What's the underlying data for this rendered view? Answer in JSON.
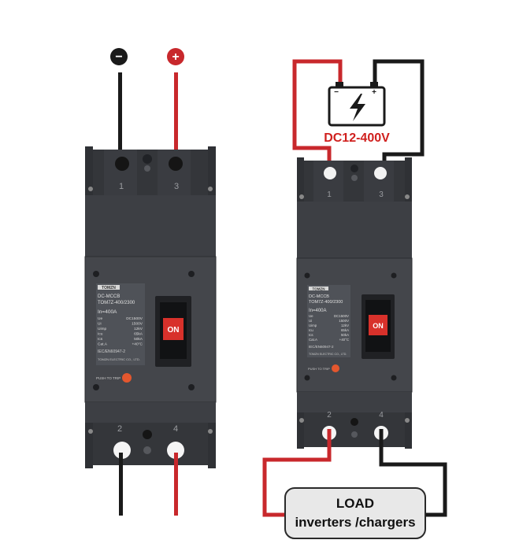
{
  "colors": {
    "red_wire": "#c8282c",
    "black_wire": "#1a1a1a",
    "body": "#3d3f44",
    "body_dark": "#303236",
    "body_light": "#4a4c52",
    "label_panel": "#4f5258",
    "on_red": "#d8312b",
    "voltage_text": "#d0201e"
  },
  "left_breaker": {
    "minus_symbol": "−",
    "plus_symbol": "+",
    "terminals": {
      "t1": "1",
      "t3": "3",
      "t2": "2",
      "t4": "4"
    },
    "label": {
      "brand": "TOMZN",
      "type": "DC-MCCB",
      "model": "TOM7Z-400/2300",
      "rating": "In=400A",
      "specs": [
        [
          "Ue",
          "DC1500V"
        ],
        [
          "Ui",
          "1500V"
        ],
        [
          "Uimp",
          "12kV"
        ],
        [
          "Icu",
          "65kA"
        ],
        [
          "Ics",
          "50kA"
        ],
        [
          "Cat.A",
          "+40°C"
        ]
      ],
      "standard": "IEC/EN60947-2",
      "company": "TOMZN ELECTRIC CO., LTD."
    },
    "switch_label": "ON",
    "push_to_trip": "PUSH TO TRIP"
  },
  "right_breaker": {
    "terminals": {
      "t1": "1",
      "t3": "3",
      "t2": "2",
      "t4": "4"
    },
    "label": {
      "brand": "TOMZN",
      "type": "DC-MCCB",
      "model": "TOM7Z-400/2300",
      "rating": "In=400A",
      "specs": [
        [
          "Ue",
          "DC1500V"
        ],
        [
          "Ui",
          "1500V"
        ],
        [
          "Uimp",
          "12kV"
        ],
        [
          "Icu",
          "65kA"
        ],
        [
          "Ics",
          "50kA"
        ],
        [
          "Cat.A",
          "+40°C"
        ]
      ],
      "standard": "IEC/EN60947-2",
      "company": "TOMZN ELECTRIC CO., LTD."
    },
    "switch_label": "ON",
    "push_to_trip": "PUSH TO TRIP"
  },
  "battery": {
    "minus_label": "−",
    "plus_label": "+",
    "voltage": "DC12-400V"
  },
  "load": {
    "line1": "LOAD",
    "line2": "inverters /chargers"
  }
}
